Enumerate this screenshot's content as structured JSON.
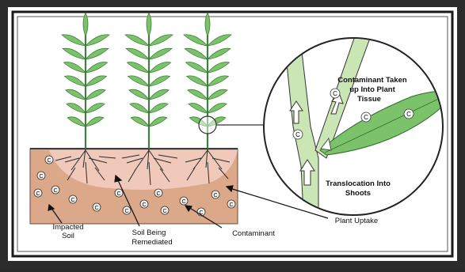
{
  "diagram": {
    "labels": {
      "impacted_soil_1": "Impacted",
      "impacted_soil_2": "Soil",
      "soil_remediated_1": "Soil Being",
      "soil_remediated_2": "Remediated",
      "contaminant": "Contaminant",
      "plant_uptake": "Plant Uptake",
      "taken_up_1": "Contaminant Taken",
      "taken_up_2": "up Into Plant",
      "taken_up_3": "Tissue",
      "translocation_1": "Translocation Into",
      "translocation_2": "Shoots"
    },
    "contaminant_symbol": "C",
    "colors": {
      "leaf": "#7cc26a",
      "leaf_dark": "#3e7f3a",
      "stem_inset": "#c9e6b4",
      "soil": "#dba889",
      "soil_remediated": "#f0c9bb",
      "frame_dark": "#1a1a1a",
      "background": "#ffffff"
    }
  }
}
